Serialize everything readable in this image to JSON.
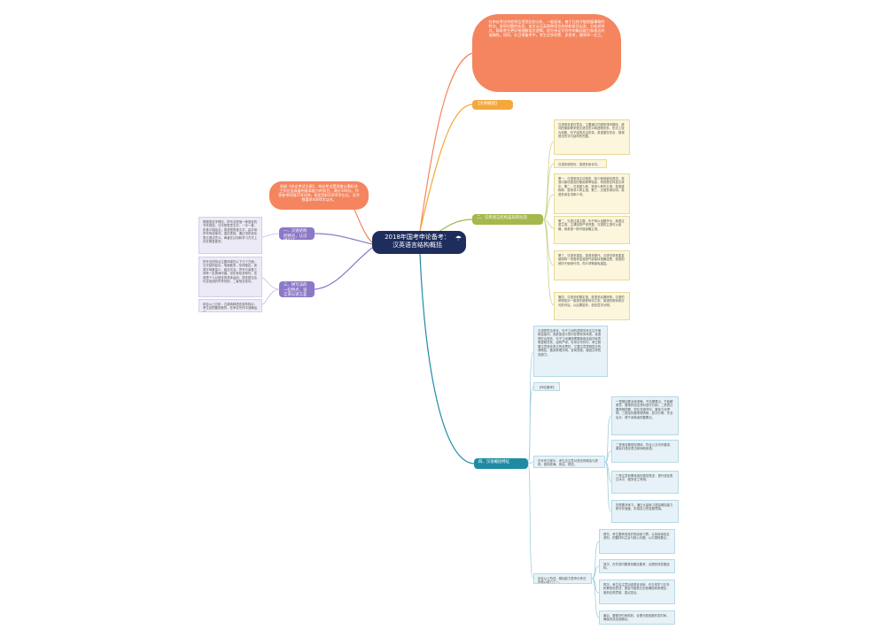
{
  "center": {
    "title": "2018年国考申论备考：",
    "subtitle": "汉英语言结构概括"
  },
  "top_blob": {
    "text": "在申论考试中经常会用到比较分析，一般说来，善于比较才能把握事物的特点，发现问题的实质。本文从汉英两种语言的结构差异出发，分析其特点，帮助考生更好地理解语言逻辑，提升申论写作中的概括能力和表达的准确性。同时，在日常备考中，考生应多积累、多思考，做到举一反三。"
  },
  "link_pill": {
    "label": "【文章概括】"
  },
  "left_blob": {
    "text": "根据《申论考试大纲》，申论考试是测查从事机关工作应当具备的基本能力的科目，满分100分。作答参考时限150分钟，给定资料1000字左右，总字数要求4000字以内。"
  },
  "branches": {
    "b1": {
      "label": "二、汉英语言结构差异的比较"
    },
    "b2": {
      "label": "一、汉语结构的特点，认识拼写法"
    },
    "b3": {
      "label": "三、拼写法的一些特点，谈言语与语言差异"
    },
    "b4": {
      "label": "四、汉语概括特征"
    }
  },
  "yellow_notes": [
    {
      "text": "汉语语言重在意合，主要通过词语的排列顺序、虚词的使用等来表达语法意义和逻辑关系，形式上较为松散，句子结构灵活多变。英语重在形合，强调语法形式与结构的完整。"
    },
    {
      "text": "汉语多用短句，英语多用长句。"
    },
    {
      "text": "第一，汉语常用主动语态，较少使用被动语态；英语中被动语态的使用频率较高，特别是在科技文体中。第二，汉语重人称，常用人称作主语；英语重物称，常用非人称主语。第三，汉语多用动词，英语多用名词和介词。"
    },
    {
      "text": "第二，汉语注重主题，句子常以话题开头；英语注重主语，主谓结构严谨完整。汉语的主语可以省略，而英语一般不能省略主语。"
    },
    {
      "text": "第三，汉语多重复，英语多替代。汉语中常常重复使用同一词语来加强语气或保持语篇连贯，英语则倾向于使用代词、同义词等避免重复。"
    },
    {
      "text": "第四，汉语多前置定语，英语多后置修饰。汉语的修饰成分一般放在被修饰词之前，英语的修饰成分可前可后，以后置居多，语言层次分明。"
    }
  ],
  "lav_notes": [
    {
      "text": "根据语言学理论，拼写法是指一种语言的书写规范。汉字是表意文字，一字一音，形音义相结合；英语是表音文字，由字母拼写构成单词，重在表音，通过词形变化表达语法意义。两者在认知和学习方式上存在明显差异。"
    },
    {
      "text": "拼写法的特点主要体现在以下几个方面：汉字结构复杂，笔画繁多，形体稳定；英语字母数量少，组合灵活，拼写与读音之间有一定规律可循，但也有较多例外。言语是个人对语言的具体运用，语言是社会约定俗成的符号系统，二者相互依存。"
    },
    {
      "text": "综合以上分析，汉英两种语言各有特点，考生应把握其差异，在申论写作中准确运用。"
    }
  ],
  "blue_notes": [
    {
      "text": "汉语是意合语言，句子之间的逻辑关系往往不借助连接词，而依靠语义的内在联系来体现。英语是形合语言，句子之间通常需要使用连接词来表明逻辑关系，结构严谨。在申论写作中，考生既要注意语言表达的连贯性，又要注意逻辑层次的清晰性，做到条理分明、言简意赅，增强文章的说服力。"
    },
    {
      "text": "【申论备考】"
    },
    {
      "text": "在写作过程中，考生应注意对语言的概括与提炼，做到准确、简洁、规范。"
    },
    {
      "text": "一是概括要全面准确，不遗漏要点，不曲解原意，要紧扣给定资料进行归纳；二是表达要简明扼要，抓住关键词句，避免冗长啰嗦；三是结构要条理清晰，层次分明，先总后分，便于阅卷者把握要点。"
    },
    {
      "text": "二是语言要规范得体，符合公文写作要求，避免口语化表达和网络用语。"
    },
    {
      "text": "三是注意积累常用的规范表述，提升语言表达水平，做到言之有物。"
    },
    {
      "text": "四是要多练习，通过大量练习提高概括能力和写作速度，形成自己的答题思路。"
    },
    {
      "text": "综合以上所述，概括能力是申论考试的核心能力之一。"
    },
    {
      "text": "首先，考生要养成良好的阅读习惯，认真阅读给定资料，把握材料主旨与核心问题，从中提炼要点。"
    },
    {
      "text": "其次，在作答时要紧扣题目要求，合理安排答题结构。"
    },
    {
      "text": "再次，考生应注意加强语言训练，在日常学习中多积累规范表述，提高书面表达的准确性和条理性，做到言简意赅、重点突出。"
    },
    {
      "text": "最后，要做好时间规划，合理分配各题作答时间，确保完成全部题目。"
    }
  ],
  "colors": {
    "center": "#1e2d5c",
    "orange": "#f4855f",
    "olive": "#a4b84c",
    "purple": "#8b78c6",
    "teal": "#1f8ba3",
    "gold": "#f3a93a"
  }
}
